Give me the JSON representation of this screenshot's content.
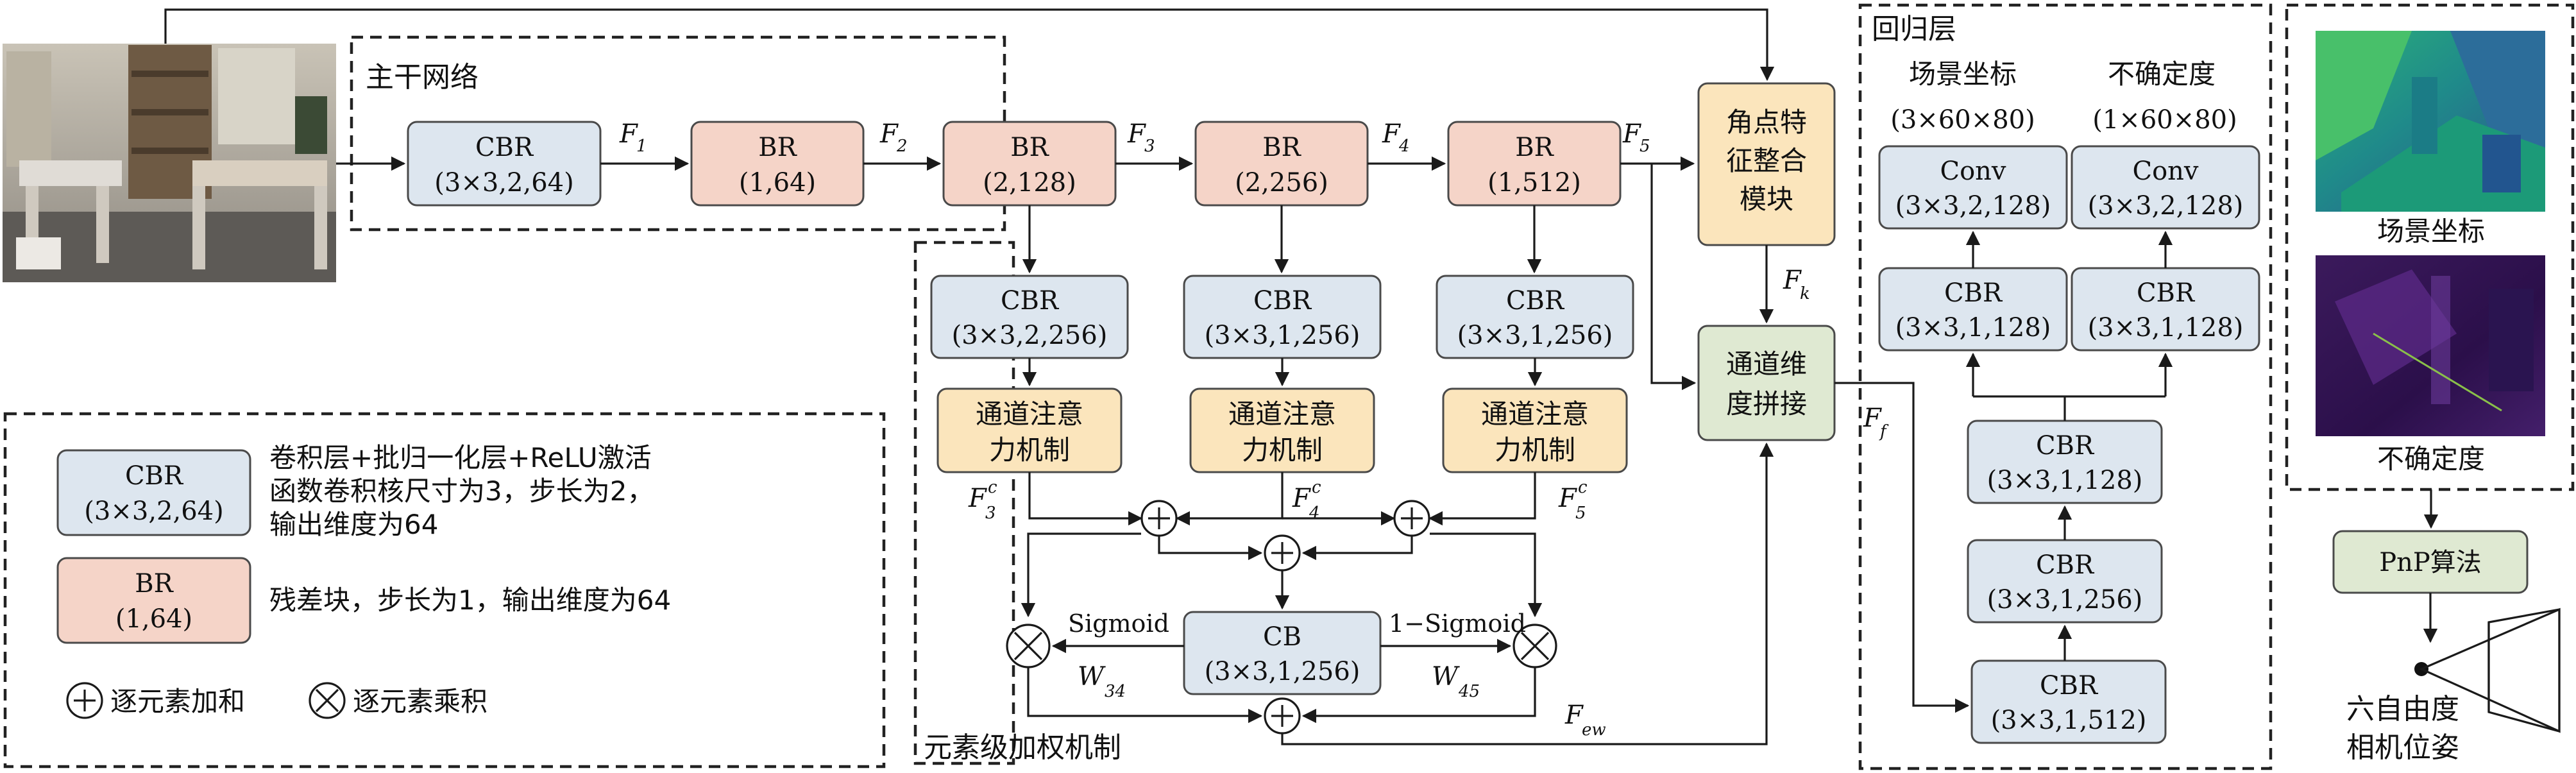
{
  "regions": {
    "backbone": "主干网络",
    "element_weight": "元素级加权机制",
    "regression": "回归层"
  },
  "backbone": {
    "cbr1": [
      "CBR",
      "(3×3,2,64)"
    ],
    "br1": [
      "BR",
      "(1,64)"
    ],
    "br2": [
      "BR",
      "(2,128)"
    ],
    "br3": [
      "BR",
      "(2,256)"
    ],
    "br4": [
      "BR",
      "(1,512)"
    ],
    "f1": "F",
    "f1s": "1",
    "f2": "F",
    "f2s": "2",
    "f3": "F",
    "f3s": "3",
    "f4": "F",
    "f4s": "4",
    "f5": "F",
    "f5s": "5"
  },
  "fusion": {
    "corner": [
      "角点特",
      "征整合",
      "模块"
    ],
    "concat": [
      "通道维",
      "度拼接"
    ],
    "fk": "F",
    "fks": "k",
    "ff": "F",
    "ffs": "f"
  },
  "attention": {
    "cbr3": [
      "CBR",
      "(3×3,2,256)"
    ],
    "cbr4": [
      "CBR",
      "(3×3,1,256)"
    ],
    "cbr5": [
      "CBR",
      "(3×3,1,256)"
    ],
    "ca3": [
      "通道注意",
      "力机制"
    ],
    "ca4": [
      "通道注意",
      "力机制"
    ],
    "ca5": [
      "通道注意",
      "力机制"
    ],
    "f3c": "F",
    "f3c_sub": "3",
    "f3c_sup": "c",
    "f4c": "F",
    "f4c_sub": "4",
    "f4c_sup": "c",
    "f5c": "F",
    "f5c_sub": "5",
    "f5c_sup": "c",
    "cb": [
      "CB",
      "(3×3,1,256)"
    ],
    "sigmoid": "Sigmoid",
    "one_minus_sigmoid": "1−Sigmoid",
    "w34": "W",
    "w34s": "34",
    "w45": "W",
    "w45s": "45",
    "few": "F",
    "fews": "ew"
  },
  "regression": {
    "scene_title": "场景坐标",
    "scene_dims": "(3×60×80)",
    "unc_title": "不确定度",
    "unc_dims": "(1×60×80)",
    "conv_left": [
      "Conv",
      "(3×3,2,128)"
    ],
    "conv_right": [
      "Conv",
      "(3×3,2,128)"
    ],
    "cbr_left": [
      "CBR",
      "(3×3,1,128)"
    ],
    "cbr_right": [
      "CBR",
      "(3×3,1,128)"
    ],
    "cbr_a": [
      "CBR",
      "(3×3,1,128)"
    ],
    "cbr_b": [
      "CBR",
      "(3×3,1,256)"
    ],
    "cbr_c": [
      "CBR",
      "(3×3,1,512)"
    ]
  },
  "outputs": {
    "scene_label": "场景坐标",
    "unc_label": "不确定度",
    "pnp": "PnP算法",
    "pose": [
      "六自由度",
      "相机位姿"
    ]
  },
  "legend": {
    "cbr_box": [
      "CBR",
      "(3×3,2,64)"
    ],
    "cbr_desc": [
      "卷积层+批归一化层+ReLU激活",
      "函数卷积核尺寸为3，步长为2，",
      "输出维度为64"
    ],
    "br_box": [
      "BR",
      "(1,64)"
    ],
    "br_desc": "残差块，步长为1，输出维度为64",
    "add": "逐元素加和",
    "mul": "逐元素乘积"
  }
}
